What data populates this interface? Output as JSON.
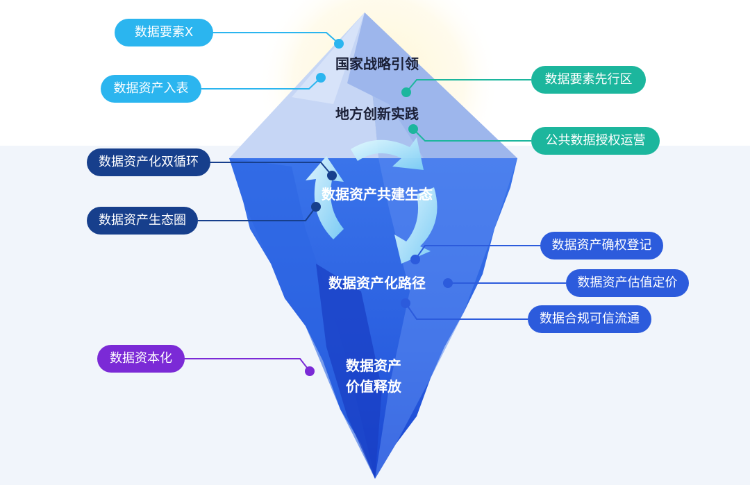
{
  "colors": {
    "cyan": "#2bb5ef",
    "teal": "#1cb69d",
    "navy": "#173f8c",
    "blue": "#2c5bdc",
    "purple": "#7b2ad6",
    "sea": "#f1f5fb",
    "ice_top": "#b9cdf3",
    "ice_body": "#3f78ea"
  },
  "iceberg": {
    "tip_top": "国家战略引领",
    "tip_mid": "地方创新实践",
    "ecosystem": "数据资产共建生态",
    "path": "数据资产化路径",
    "core_line1": "数据资产",
    "core_line2": "价值释放"
  },
  "tags": {
    "elements_x": "数据要素X",
    "asset_entry": "数据资产入表",
    "pilot_zone": "数据要素先行区",
    "authorized_operation": "公共数据授权运营",
    "dual_cycle": "数据资产化双循环",
    "ecosphere": "数据资产生态圈",
    "registration": "数据资产确权登记",
    "valuation": "数据资产估值定价",
    "compliance": "数据合规可信流通",
    "capitalization": "数据资本化"
  }
}
